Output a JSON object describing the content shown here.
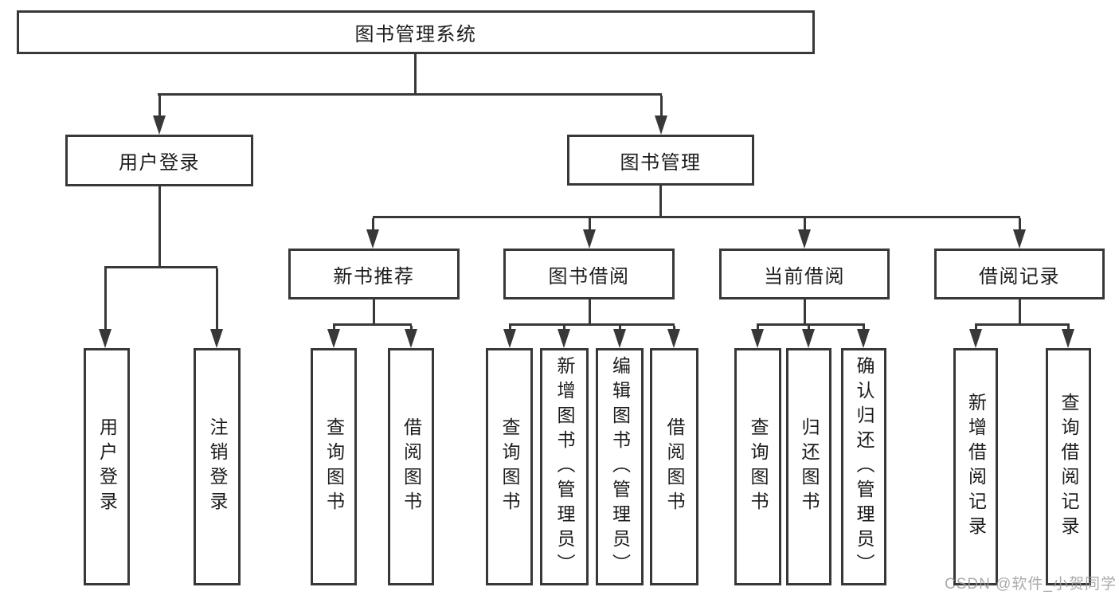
{
  "colors": {
    "line": "#383838",
    "text": "#1c1c1c",
    "background": "#ffffff",
    "watermark": "#9c9c9c"
  },
  "diagram": {
    "root": {
      "label": "图书管理系统"
    },
    "branches": [
      {
        "label": "用户登录",
        "children": [
          {
            "label": "用户登录"
          },
          {
            "label": "注销登录"
          }
        ]
      },
      {
        "label": "图书管理",
        "children": [
          {
            "label": "新书推荐",
            "children": [
              {
                "label": "查询图书"
              },
              {
                "label": "借阅图书"
              }
            ]
          },
          {
            "label": "图书借阅",
            "children": [
              {
                "label": "查询图书"
              },
              {
                "label": "新增图书（管理员）"
              },
              {
                "label": "编辑图书（管理员）"
              },
              {
                "label": "借阅图书"
              }
            ]
          },
          {
            "label": "当前借阅",
            "children": [
              {
                "label": "查询图书"
              },
              {
                "label": "归还图书"
              },
              {
                "label": "确认归还（管理员）"
              }
            ]
          },
          {
            "label": "借阅记录",
            "children": [
              {
                "label": "新增借阅记录"
              },
              {
                "label": "查询借阅记录"
              }
            ]
          }
        ]
      }
    ]
  },
  "watermark": {
    "text": "CSDN @软件_小贺同学"
  }
}
